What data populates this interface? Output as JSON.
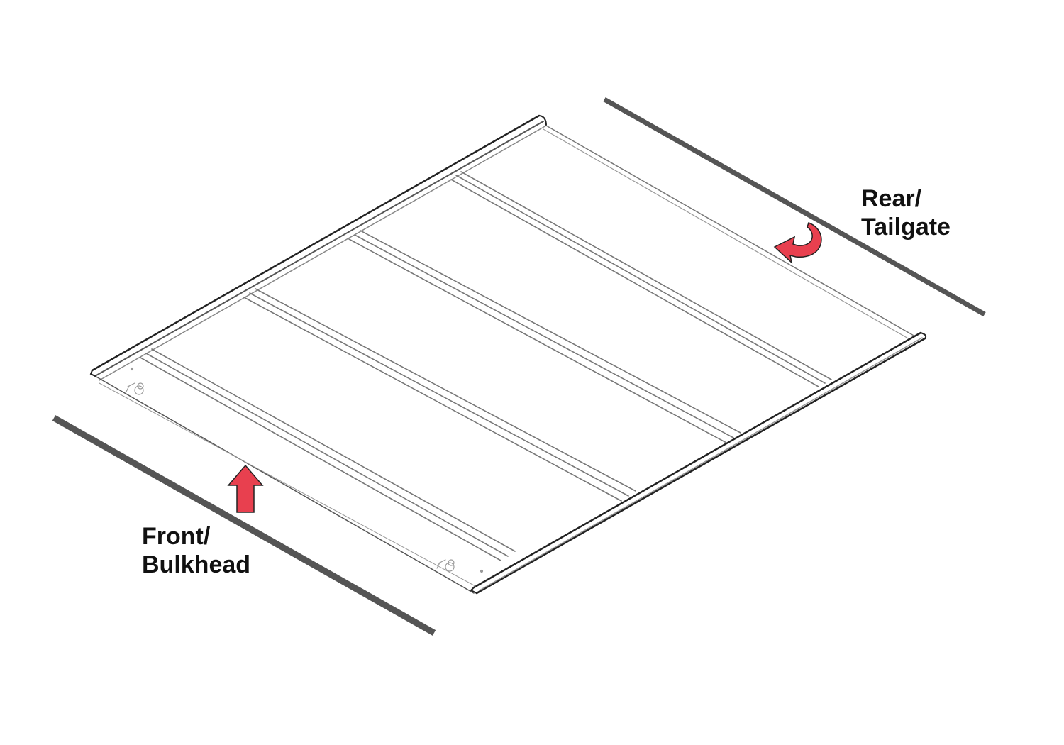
{
  "diagram": {
    "type": "isometric installation diagram",
    "subject": "tonneau cover panel orientation",
    "labels": {
      "rear": {
        "line1": "Rear/",
        "line2": "Tailgate"
      },
      "front": {
        "line1": "Front/",
        "line2": "Bulkhead"
      }
    },
    "arrows": {
      "front": {
        "icon": "up-arrow-icon",
        "color": "#e8404f"
      },
      "rear": {
        "icon": "curved-arrow-icon",
        "color": "#e8404f"
      }
    },
    "colors": {
      "outline": "#222222",
      "groove": "#777777",
      "reference_bar": "#555555",
      "background": "#ffffff"
    }
  }
}
